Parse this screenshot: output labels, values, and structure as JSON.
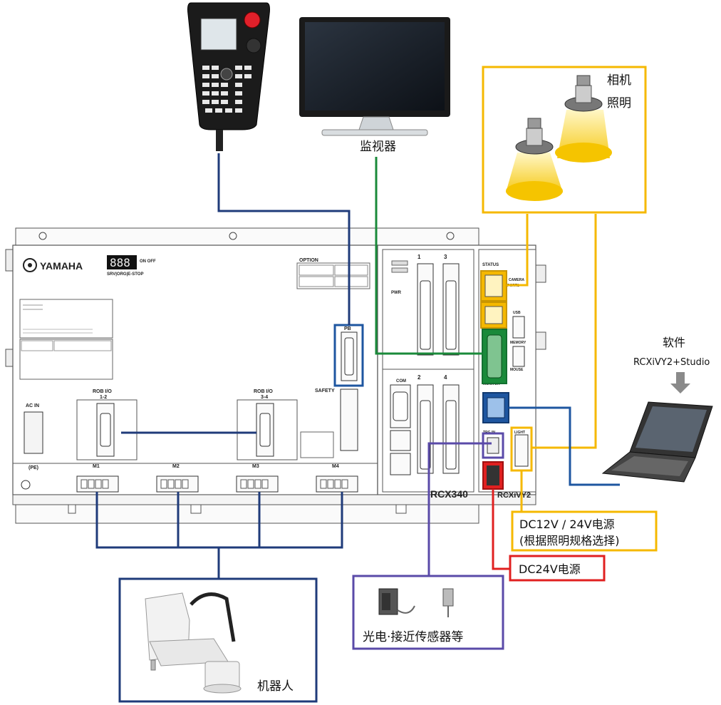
{
  "labels": {
    "monitor": "监视器",
    "camera": "相机",
    "lighting": "照明",
    "software": "软件",
    "software_name": "RCXiVY2+Studio",
    "robot": "机器人",
    "sensors": "光电·接近传感器等",
    "dc24": "DC24V电源",
    "dc12_24_line1": "DC12V / 24V电源",
    "dc12_24_line2": "(根据照明规格选择)"
  },
  "controller": {
    "brand": "YAMAHA",
    "model": "RCX340",
    "ivy_model": "RCXiVY2",
    "option": "OPTION",
    "pb": "PB",
    "safety": "SAFETY",
    "rob_io_12": "ROB I/O",
    "rob_io_12_sub": "1-2",
    "rob_io_34": "ROB I/O",
    "rob_io_34_sub": "3-4",
    "ac_in": "AC IN",
    "pe": "(PE)",
    "m1": "M1",
    "m2": "M2",
    "m3": "M3",
    "m4": "M4",
    "status": "STATUS",
    "camera_port": "CAMERA",
    "port1": "PORT1",
    "usb": "USB",
    "memory": "MEMORY",
    "mouse": "MOUSE",
    "monitor_port": "MONITOR",
    "trg_in": "TRG IN",
    "light": "LIGHT",
    "com": "COM",
    "pwr": "PWR",
    "seg_sub": "SRV|ORG|E-STOP",
    "on_off": "ON OFF",
    "slot1": "1",
    "slot2": "2",
    "slot3": "3",
    "slot4": "4",
    "panel_brand": "YAMAHA"
  },
  "colors": {
    "blue": "#1e56a0",
    "green": "#1a8a3a",
    "yellow": "#f5b800",
    "red": "#e02020",
    "purple": "#5a4aa8",
    "navy": "#1f3b7a"
  }
}
